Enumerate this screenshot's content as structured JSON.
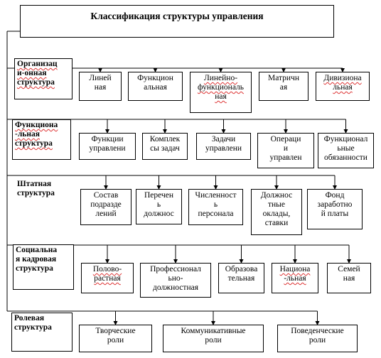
{
  "title": "Классификация структуры управления",
  "rows": [
    {
      "category": "Организац\nи-онная\nструктура",
      "category_wavy": true,
      "items": [
        {
          "label": "Линей\nная",
          "wavy": false
        },
        {
          "label": "Функцион\nальная",
          "wavy": false
        },
        {
          "label": "Линейно-\nфункциональ\nная",
          "wavy": true
        },
        {
          "label": "Матричн\nая",
          "wavy": false
        },
        {
          "label": "Дивизиона\nльная",
          "wavy": true
        }
      ]
    },
    {
      "category": "Функциона\n-льная\nструктура",
      "category_wavy": true,
      "items": [
        {
          "label": "Функции\nуправлени",
          "wavy": false
        },
        {
          "label": "Комплек\nсы задач",
          "wavy": false
        },
        {
          "label": "Задачи\nуправлени",
          "wavy": false
        },
        {
          "label": "Операци\nи\nуправлен",
          "wavy": false
        },
        {
          "label": "Функционал\nьные\nобязанности",
          "wavy": false
        }
      ]
    },
    {
      "category": "Штатная\nструктура",
      "category_wavy": false,
      "items": [
        {
          "label": "Состав\nподразде\nлений",
          "wavy": false
        },
        {
          "label": "Перечен\nь\nдолжнос",
          "wavy": false
        },
        {
          "label": "Численност\nь\nперсонала",
          "wavy": false
        },
        {
          "label": "Должнос\nтные\nоклады,\nставки",
          "wavy": false
        },
        {
          "label": "Фонд\nзаработно\nй платы",
          "wavy": false
        }
      ]
    },
    {
      "category": "Социальна\nя кадровая\nструктура",
      "category_wavy": false,
      "items": [
        {
          "label": "Полово-\nрастная",
          "wavy": true
        },
        {
          "label": "Профессионал\nьно-\nдолжностная",
          "wavy": false
        },
        {
          "label": "Образова\nтельная",
          "wavy": false
        },
        {
          "label": "Национа\n-льная",
          "wavy": true
        },
        {
          "label": "Семей\nная",
          "wavy": false
        }
      ]
    },
    {
      "category": "Ролевая\nструктура",
      "category_wavy": false,
      "items": [
        {
          "label": "Творческие\nроли",
          "wavy": false
        },
        {
          "label": "Коммуникативные\nроли",
          "wavy": false
        },
        {
          "label": "Поведенческие\nроли",
          "wavy": false
        }
      ]
    }
  ]
}
